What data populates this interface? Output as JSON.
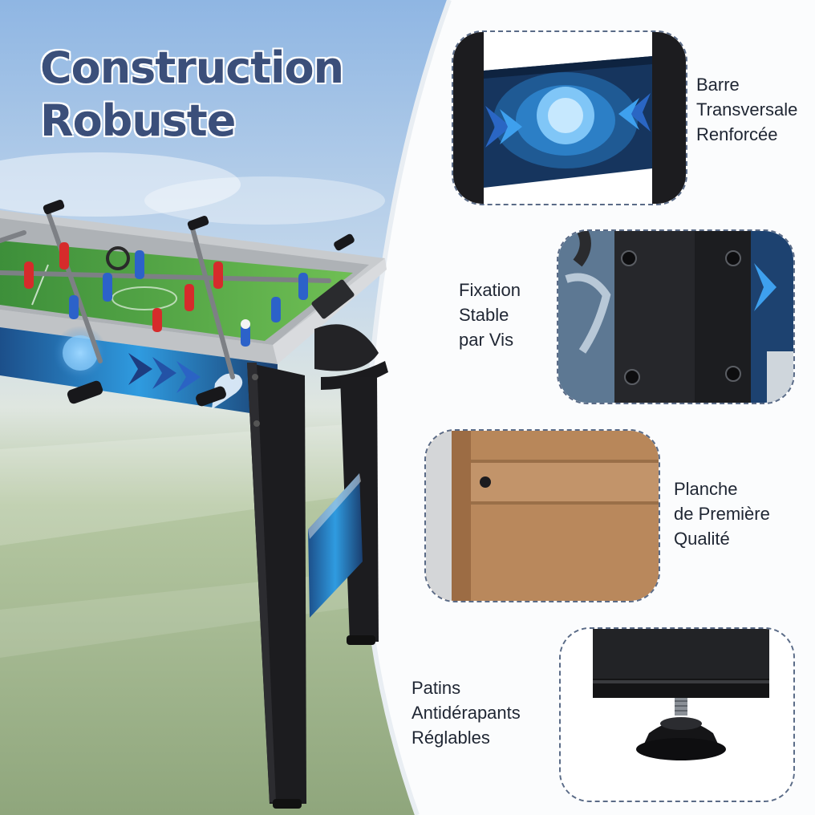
{
  "title": {
    "line1": "Construction",
    "line2": "Robuste"
  },
  "features": [
    {
      "line1": "Barre",
      "line2": "Transversale",
      "line3": "Renforcée"
    },
    {
      "line1": "Fixation",
      "line2": "Stable",
      "line3": "par Vis"
    },
    {
      "line1": "Planche",
      "line2": "de Première",
      "line3": "Qualité"
    },
    {
      "line1": "Patins",
      "line2": "Antidérapants",
      "line3": "Réglables"
    }
  ],
  "colors": {
    "title": "#3b4f7a",
    "accent_blue": "#2f8fd8",
    "frame_black": "#1c1c1f",
    "board_wood": "#b8875a"
  }
}
